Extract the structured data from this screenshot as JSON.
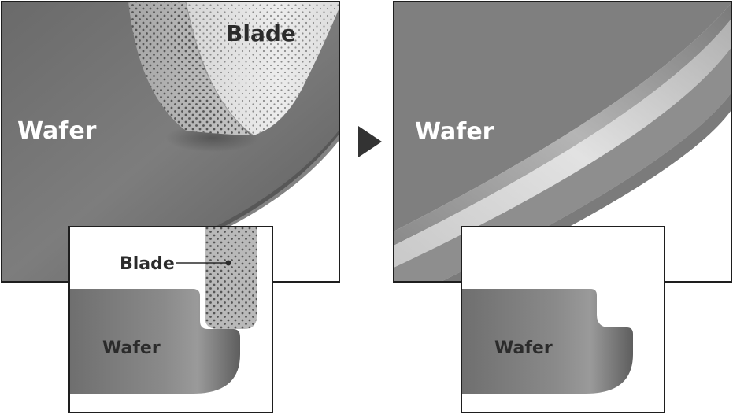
{
  "diagram": {
    "before": {
      "main_wafer_label": "Wafer",
      "main_blade_label": "Blade",
      "inset_blade_label": "Blade",
      "inset_wafer_label": "Wafer"
    },
    "arrow_icon": "right-triangle-arrow",
    "after": {
      "main_wafer_label": "Wafer",
      "inset_wafer_label": "Wafer"
    },
    "colors": {
      "wafer_dark": "#5a5a5a",
      "wafer_mid": "#7c7c7c",
      "wafer_light": "#a0a0a0",
      "blade_light": "#e6e6e6",
      "blade_mid": "#b9b9b9",
      "outline": "#1e1e1e",
      "text_light": "#ffffff",
      "text_dark": "#2b2b2b"
    }
  }
}
